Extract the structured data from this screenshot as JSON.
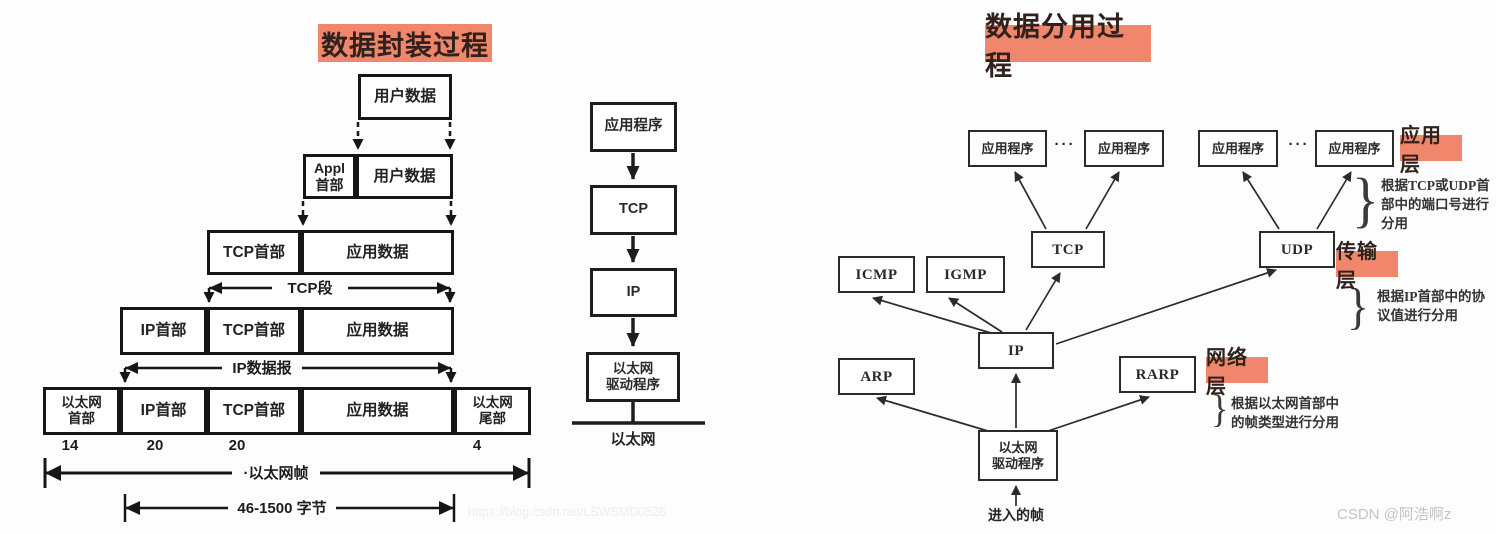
{
  "colors": {
    "highlight": "#f0876c",
    "ink": "#1f1f1f"
  },
  "left": {
    "title": "数据封装过程",
    "labels": {
      "user_data": "用户数据",
      "appl_header": "Appl\n首部",
      "tcp_header": "TCP首部",
      "app_data": "应用数据",
      "ip_header": "IP首部",
      "eth_header": "以太网\n首部",
      "eth_trailer": "以太网\n尾部"
    },
    "measures": {
      "tcp_segment": "TCP段",
      "ip_datagram": "IP数据报",
      "eth_frame": "·以太网帧",
      "bytes_range": "46-1500 字节"
    },
    "byte_sizes": {
      "eth_header": "14",
      "ip_header": "20",
      "tcp_header": "20",
      "eth_trailer": "4"
    }
  },
  "middle": {
    "app": "应用程序",
    "tcp": "TCP",
    "ip": "IP",
    "driver": "以太网\n驱动程序",
    "ethernet": "以太网"
  },
  "right": {
    "title": "数据分用过程",
    "app_box": "应用程序",
    "ellipsis": "···",
    "nodes": {
      "icmp": "ICMP",
      "igmp": "IGMP",
      "tcp": "TCP",
      "udp": "UDP",
      "ip": "IP",
      "arp": "ARP",
      "rarp": "RARP",
      "driver": "以太网\n驱动程序"
    },
    "incoming_frame": "进入的帧",
    "layers": [
      {
        "label": "应用层",
        "note": "根据TCP或UDP首\n部中的端口号进行\n分用"
      },
      {
        "label": "传输层",
        "note": "根据IP首部中的协\n议值进行分用"
      },
      {
        "label": "网络层",
        "note": "根据以太网首部中\n的帧类型进行分用"
      }
    ]
  },
  "watermarks": {
    "center": "https://blog.csdn.net/LSWSMD0526",
    "corner": "CSDN @阿浩啊z"
  }
}
